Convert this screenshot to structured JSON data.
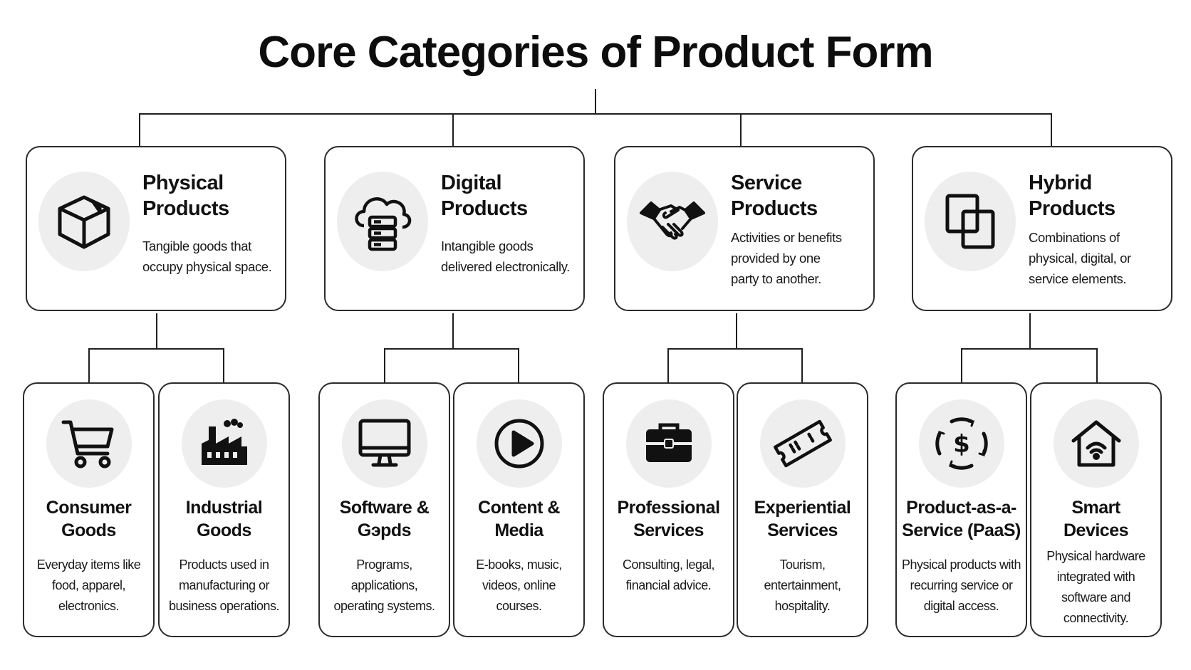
{
  "title": "Core Categories of Product Form",
  "categories": [
    {
      "title_line1": "Physical",
      "title_line2": "Products",
      "desc_line1": "Tangible goods that",
      "desc_line2": "occupy physical space.",
      "desc_line3": "",
      "icon": "box-icon",
      "children": [
        {
          "title_line1": "Consumer",
          "title_line2": "Goods",
          "desc_line1": "Everyday items like",
          "desc_line2": "food, apparel,",
          "desc_line3": "electronics.",
          "desc_line4": "",
          "icon": "shopping-cart-icon"
        },
        {
          "title_line1": "Industrial",
          "title_line2": "Goods",
          "desc_line1": "Products used in",
          "desc_line2": "manufacturing or",
          "desc_line3": "business operations.",
          "desc_line4": "",
          "icon": "factory-icon"
        }
      ]
    },
    {
      "title_line1": "Digital",
      "title_line2": "Products",
      "desc_line1": "Intangible goods",
      "desc_line2": "delivered electronically.",
      "desc_line3": "",
      "icon": "cloud-server-icon",
      "children": [
        {
          "title_line1": "Software &",
          "title_line2": "Gэpds",
          "desc_line1": "Programs, applications,",
          "desc_line2": "operating systems.",
          "desc_line3": "",
          "desc_line4": "",
          "icon": "monitor-icon"
        },
        {
          "title_line1": "Content &",
          "title_line2": "Media",
          "desc_line1": "E-books, music,",
          "desc_line2": "videos, online",
          "desc_line3": "courses.",
          "desc_line4": "",
          "icon": "play-icon"
        }
      ]
    },
    {
      "title_line1": "Service",
      "title_line2": "Products",
      "desc_line1": "Activities or benefits",
      "desc_line2": "provided by one",
      "desc_line3": "party to another.",
      "icon": "handshake-icon",
      "children": [
        {
          "title_line1": "Professional",
          "title_line2": "Services",
          "desc_line1": "Consulting, legal,",
          "desc_line2": "financial advice.",
          "desc_line3": "",
          "desc_line4": "",
          "icon": "briefcase-icon"
        },
        {
          "title_line1": "Experiential",
          "title_line2": "Services",
          "desc_line1": "Tourism, entertainment,",
          "desc_line2": "hospitality.",
          "desc_line3": "",
          "desc_line4": "",
          "icon": "ticket-icon"
        }
      ]
    },
    {
      "title_line1": "Hybrid",
      "title_line2": "Products",
      "desc_line1": "Combinations of",
      "desc_line2": "physical, digital, or",
      "desc_line3": "service elements.",
      "icon": "overlapping-squares-icon",
      "children": [
        {
          "title_line1": "Product-as-a-",
          "title_line2": "Service (PaaS)",
          "desc_line1": "Physical products with",
          "desc_line2": "recurring service or",
          "desc_line3": "digital access.",
          "desc_line4": "",
          "icon": "dollar-cycle-icon"
        },
        {
          "title_line1": "Smart",
          "title_line2": "Devices",
          "desc_line1": "Physical hardware",
          "desc_line2": "integrated with",
          "desc_line3": "software and",
          "desc_line4": "connectivity.",
          "icon": "smart-home-icon"
        }
      ]
    }
  ]
}
